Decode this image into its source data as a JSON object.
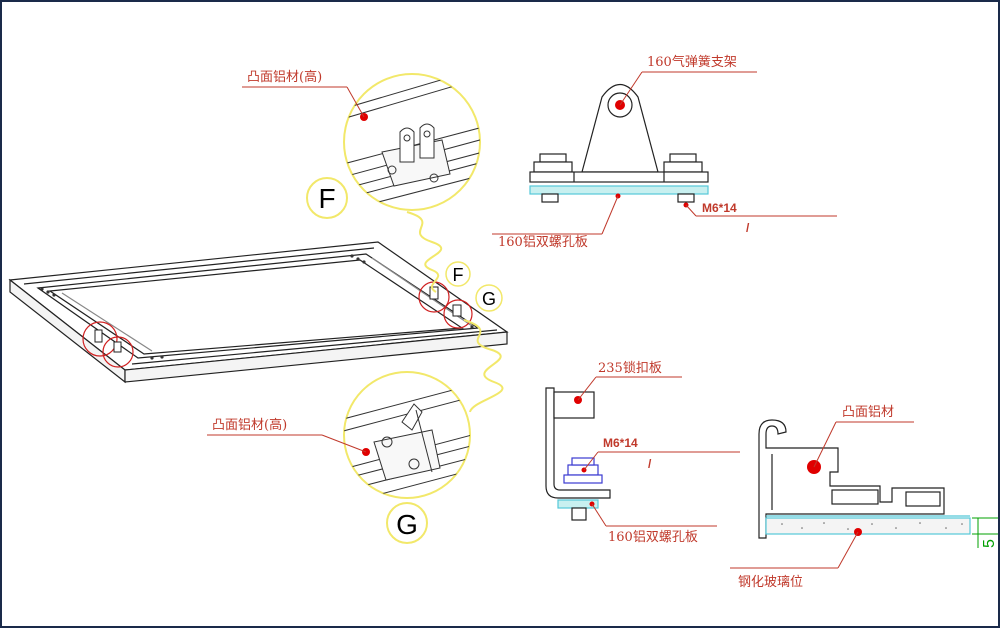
{
  "labels": {
    "aluminum_high_top": "凸面铝材(高)",
    "aluminum_high_bottom": "凸面铝材(高)",
    "detail_f_big": "F",
    "detail_f_small": "F",
    "detail_g_small": "G",
    "detail_g_big": "G",
    "gas_spring_bracket": "160气弹簧支架",
    "screw_top": "M6*14",
    "screw_top_mark": "/",
    "double_screw_plate_top": "160铝双螺孔板",
    "lock_plate": "235锁扣板",
    "screw_mid": "M6*14",
    "screw_mid_mark": "/",
    "double_screw_plate_mid": "160铝双螺孔板",
    "convex_aluminum": "凸面铝材",
    "glass_position": "钢化玻璃位",
    "dimension": "5"
  },
  "colors": {
    "leader_line": "#c0392b",
    "dot": "#e00000",
    "circle_highlight": "#f2e86a",
    "zoom_circle_small": "#d02020",
    "plate_fill": "#c8f0f0",
    "screw_blue": "#3a3ad0",
    "dimension_green": "#00a000",
    "frame": "#1a2a4a"
  }
}
